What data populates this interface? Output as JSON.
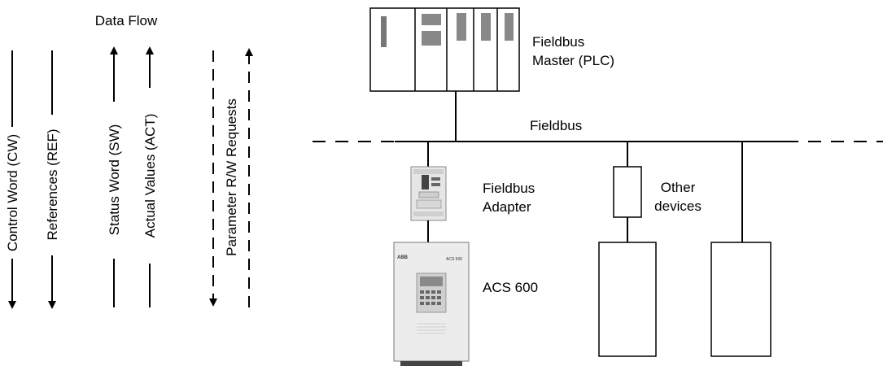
{
  "data_flow": {
    "title": "Data Flow",
    "signals": [
      "Control Word (CW)",
      "References (REF)",
      "Status Word (SW)",
      "Actual Values (ACT)",
      "Parameter R/W Requests"
    ]
  },
  "network": {
    "master_line1": "Fieldbus",
    "master_line2": "Master (PLC)",
    "bus_label": "Fieldbus",
    "adapter_line1": "Fieldbus",
    "adapter_line2": "Adapter",
    "other_line1": "Other",
    "other_line2": "devices",
    "drive_label": "ACS 600",
    "drive_brand": "ABB",
    "drive_model": "ACS 600"
  }
}
